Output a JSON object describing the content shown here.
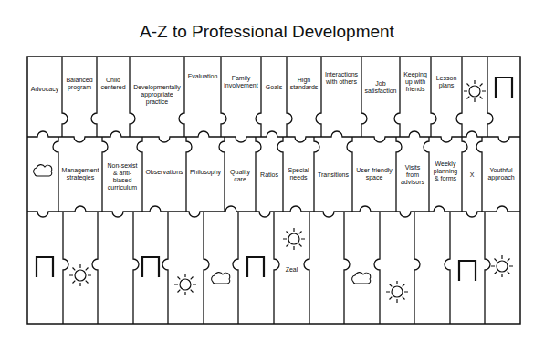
{
  "diagram": {
    "title": "A-Z to Professional Development",
    "nodes": [
      {
        "text": [
          "Advocacy"
        ]
      },
      {
        "text": [
          "Balanced program"
        ]
      },
      {
        "text": [
          "Child centered"
        ]
      },
      {
        "text": [
          "Developmentally appropriate practice"
        ]
      },
      {
        "text": [
          "Evaluation"
        ]
      },
      {
        "text": [
          "Family involvement"
        ]
      },
      {
        "text": [
          "Goals"
        ]
      },
      {
        "text": [
          "High standards"
        ]
      },
      {
        "text": [
          "Interactions with others"
        ]
      },
      {
        "text": [
          "Job satisfaction"
        ]
      },
      {
        "text": [
          "Keeping up with friends"
        ]
      },
      {
        "text": [
          "Lesson plans"
        ]
      },
      {
        "text": [
          "Management strategies"
        ]
      },
      {
        "text": [
          "Non-sexist & anti-biased curriculum"
        ]
      },
      {
        "text": [
          "Observations"
        ]
      },
      {
        "text": [
          "Philosophy"
        ]
      },
      {
        "text": [
          "Quality care"
        ]
      },
      {
        "text": [
          "Ratios"
        ]
      },
      {
        "text": [
          "Special needs"
        ]
      },
      {
        "text": [
          "Transitions"
        ]
      },
      {
        "text": [
          "User-friendly space"
        ]
      },
      {
        "text": [
          "Visits from advisors"
        ]
      },
      {
        "text": [
          "Weekly planning & forms"
        ]
      },
      {
        "text": [
          "X"
        ]
      },
      {
        "text": [
          "Youthful approach"
        ]
      },
      {
        "text": [
          "Zeal"
        ]
      }
    ]
  }
}
